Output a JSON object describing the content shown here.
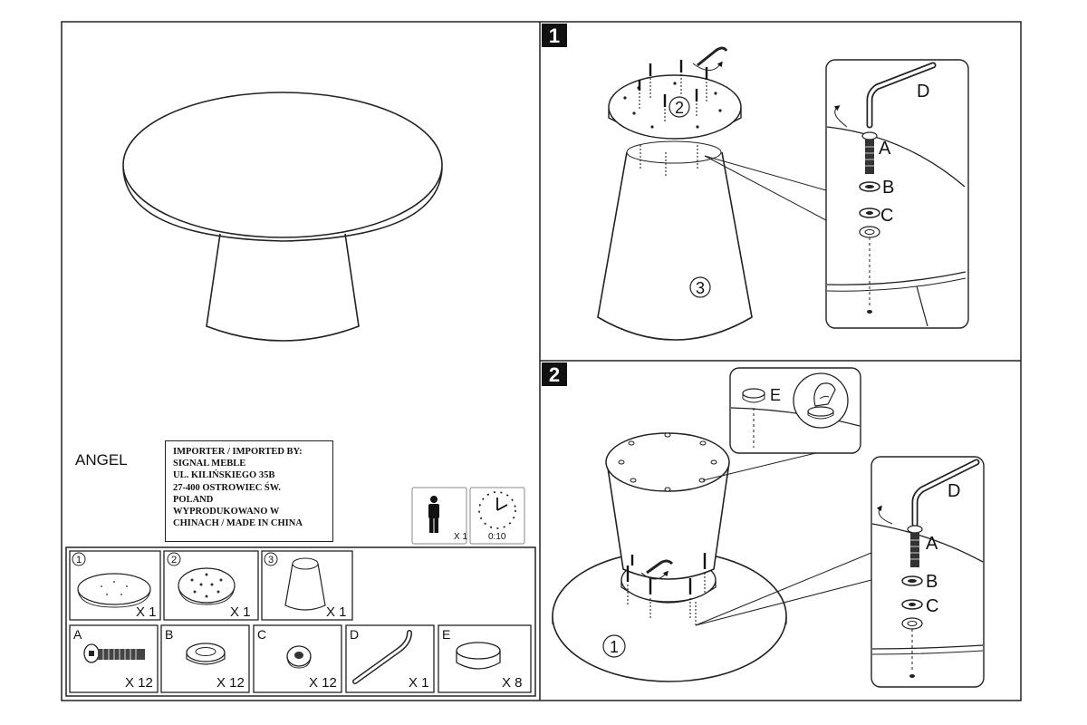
{
  "product": {
    "name": "ANGEL"
  },
  "importer": {
    "lines": [
      "IMPORTER / IMPORTED BY:",
      "SIGNAL MEBLE",
      "UL. KILIŃSKIEGO 35B",
      "27-400 OSTROWIEC ŚW.",
      "POLAND",
      "WYPRODUKOWANO W",
      "CHINACH / MADE IN CHINA"
    ]
  },
  "assembly_info": {
    "persons": "X 1",
    "time": "0:10"
  },
  "parts": [
    {
      "id": "1",
      "qty": "X 1"
    },
    {
      "id": "2",
      "qty": "X 1"
    },
    {
      "id": "3",
      "qty": "X 1"
    }
  ],
  "hardware": [
    {
      "id": "A",
      "qty": "X 12"
    },
    {
      "id": "B",
      "qty": "X 12"
    },
    {
      "id": "C",
      "qty": "X 12"
    },
    {
      "id": "D",
      "qty": "X 1"
    },
    {
      "id": "E",
      "qty": "X 8"
    }
  ],
  "steps": [
    {
      "number": "1",
      "part_labels": [
        "2",
        "3"
      ],
      "detail_labels": [
        "D",
        "A",
        "B",
        "C"
      ]
    },
    {
      "number": "2",
      "part_labels": [
        "1"
      ],
      "detail_labels": [
        "E",
        "D",
        "A",
        "B",
        "C"
      ]
    }
  ]
}
